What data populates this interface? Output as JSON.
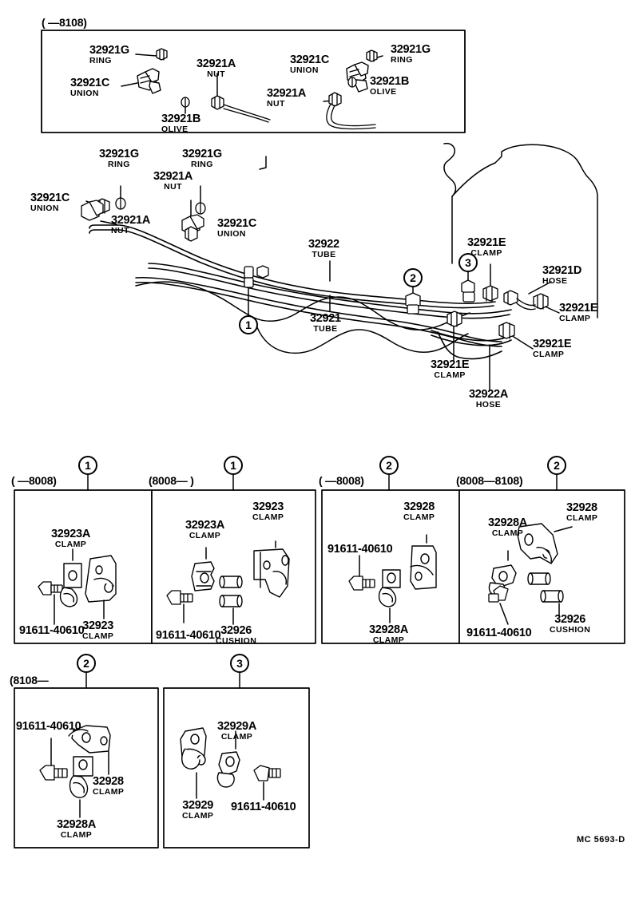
{
  "sheet": {
    "footer_code": "MC 5693-D"
  },
  "top_box": {
    "range": "(      —8108)",
    "labels": [
      {
        "part": "32921G",
        "desc": "RING"
      },
      {
        "part": "32921C",
        "desc": "UNION"
      },
      {
        "part": "32921A",
        "desc": "NUT"
      },
      {
        "part": "32921B",
        "desc": "OLIVE"
      },
      {
        "part": "32921C",
        "desc": "UNION"
      },
      {
        "part": "32921G",
        "desc": "RING"
      },
      {
        "part": "32921B",
        "desc": "OLIVE"
      },
      {
        "part": "32921A",
        "desc": "NUT"
      }
    ]
  },
  "main": {
    "labels": [
      {
        "part": "32921G",
        "desc": "RING"
      },
      {
        "part": "32921G",
        "desc": "RING"
      },
      {
        "part": "32921A",
        "desc": "NUT"
      },
      {
        "part": "32921C",
        "desc": "UNION"
      },
      {
        "part": "32921A",
        "desc": "NUT"
      },
      {
        "part": "32921C",
        "desc": "UNION"
      },
      {
        "part": "32922",
        "desc": "TUBE"
      },
      {
        "part": "32921",
        "desc": "TUBE"
      },
      {
        "part": "32921E",
        "desc": "CLAMP"
      },
      {
        "part": "32921D",
        "desc": "HOSE"
      },
      {
        "part": "32921E",
        "desc": "CLAMP"
      },
      {
        "part": "32921E",
        "desc": "CLAMP"
      },
      {
        "part": "32921E",
        "desc": "CLAMP"
      },
      {
        "part": "32922A",
        "desc": "HOSE"
      }
    ],
    "callouts": [
      "1",
      "2",
      "3"
    ]
  },
  "detail_boxes": [
    {
      "callout": "1",
      "range": "(      —8008)",
      "labels": [
        {
          "part": "32923A",
          "desc": "CLAMP"
        },
        {
          "part": "32923",
          "desc": "CLAMP"
        },
        {
          "part": "91611-40610",
          "desc": ""
        }
      ]
    },
    {
      "callout": "1",
      "range": "(8008—            )",
      "labels": [
        {
          "part": "32923",
          "desc": "CLAMP"
        },
        {
          "part": "32923A",
          "desc": "CLAMP"
        },
        {
          "part": "91611-40610",
          "desc": ""
        },
        {
          "part": "32926",
          "desc": "CUSHION"
        }
      ]
    },
    {
      "callout": "2",
      "range": "(      —8008)",
      "labels": [
        {
          "part": "32928",
          "desc": "CLAMP"
        },
        {
          "part": "91611-40610",
          "desc": ""
        },
        {
          "part": "32928A",
          "desc": "CLAMP"
        }
      ]
    },
    {
      "callout": "2",
      "range": "(8008—8108)",
      "labels": [
        {
          "part": "32928",
          "desc": "CLAMP"
        },
        {
          "part": "32928A",
          "desc": "CLAMP"
        },
        {
          "part": "32926",
          "desc": "CUSHION"
        },
        {
          "part": "91611-40610",
          "desc": ""
        }
      ]
    },
    {
      "callout": "2",
      "range": "(8108—",
      "labels": [
        {
          "part": "91611-40610",
          "desc": ""
        },
        {
          "part": "32928",
          "desc": "CLAMP"
        },
        {
          "part": "32928A",
          "desc": "CLAMP"
        }
      ]
    },
    {
      "callout": "3",
      "range": "",
      "labels": [
        {
          "part": "32929A",
          "desc": "CLAMP"
        },
        {
          "part": "32929",
          "desc": "CLAMP"
        },
        {
          "part": "91611-40610",
          "desc": ""
        }
      ]
    }
  ]
}
